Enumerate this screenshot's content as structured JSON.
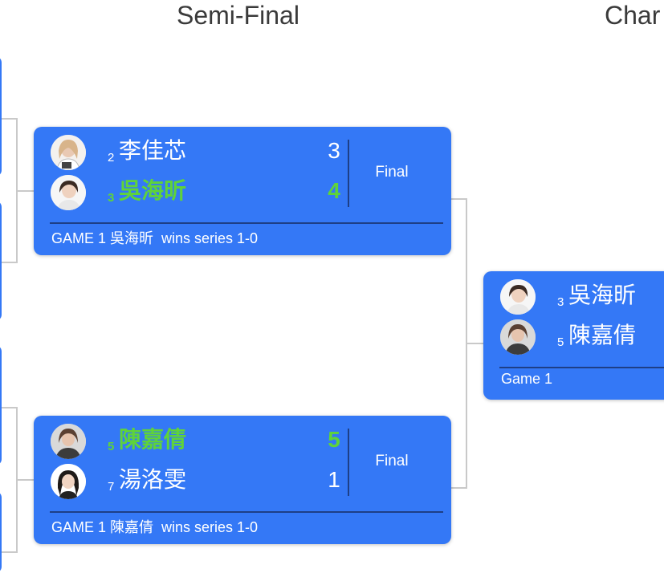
{
  "rounds": {
    "semi_final_title": "Semi-Final",
    "champion_title": "Char"
  },
  "semis": [
    {
      "players": [
        {
          "seed": "2",
          "name": "李佳芯",
          "score": "3",
          "winner": false
        },
        {
          "seed": "3",
          "name": "吳海昕",
          "score": "4",
          "winner": true
        }
      ],
      "round_label": "Final",
      "footer": "GAME 1 吳海昕  wins series 1-0"
    },
    {
      "players": [
        {
          "seed": "5",
          "name": "陳嘉倩",
          "score": "5",
          "winner": true
        },
        {
          "seed": "7",
          "name": "湯洛雯",
          "score": "1",
          "winner": false
        }
      ],
      "round_label": "Final",
      "footer": "GAME 1 陳嘉倩  wins series 1-0"
    }
  ],
  "champion": {
    "players": [
      {
        "seed": "3",
        "name": "吳海昕"
      },
      {
        "seed": "5",
        "name": "陳嘉倩"
      }
    ],
    "footer": "Game 1"
  },
  "colors": {
    "card": "#3478f6",
    "winner": "#5fd33a",
    "connector": "#c9c9c9"
  }
}
